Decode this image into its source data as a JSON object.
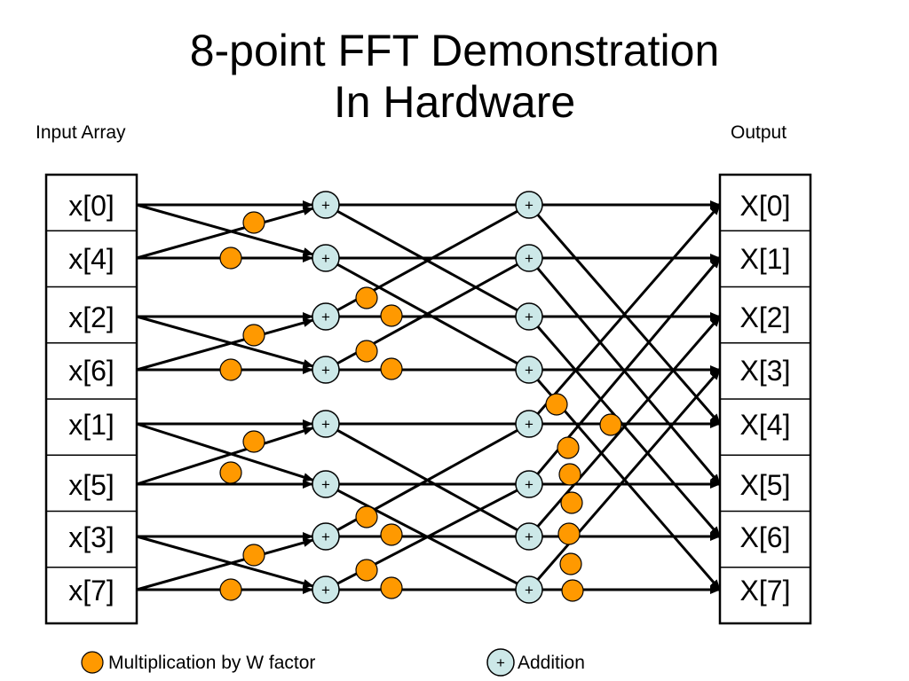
{
  "title_line1": "8-point FFT Demonstration",
  "title_line2": "In Hardware",
  "input_label": "Input Array",
  "output_label": "Output",
  "inputs": [
    "x[0]",
    "x[4]",
    "x[2]",
    "x[6]",
    "x[1]",
    "x[5]",
    "x[3]",
    "x[7]"
  ],
  "outputs": [
    "X[0]",
    "X[1]",
    "X[2]",
    "X[3]",
    "X[4]",
    "X[5]",
    "X[6]",
    "X[7]"
  ],
  "adder_symbol": "+",
  "legend": {
    "multiplication": "Multiplication by W factor",
    "addition": "Addition"
  },
  "colors": {
    "multiplier": "#FF9900",
    "adder": "#CCE8E8",
    "line": "#000000"
  }
}
